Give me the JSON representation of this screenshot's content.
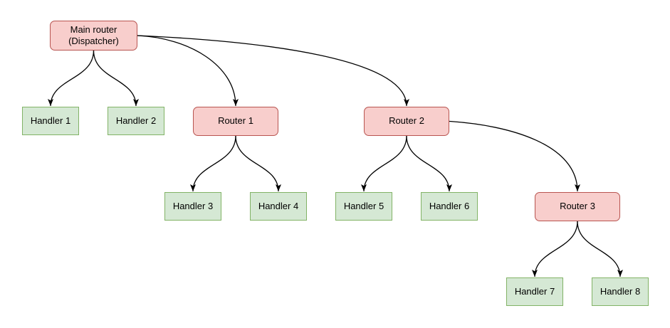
{
  "diagram": {
    "type": "tree-flowchart",
    "nodes": {
      "main_router": {
        "label": "Main router\n(Dispatcher)",
        "kind": "router"
      },
      "router1": {
        "label": "Router 1",
        "kind": "router"
      },
      "router2": {
        "label": "Router 2",
        "kind": "router"
      },
      "router3": {
        "label": "Router 3",
        "kind": "router"
      },
      "handler1": {
        "label": "Handler 1",
        "kind": "handler"
      },
      "handler2": {
        "label": "Handler 2",
        "kind": "handler"
      },
      "handler3": {
        "label": "Handler 3",
        "kind": "handler"
      },
      "handler4": {
        "label": "Handler 4",
        "kind": "handler"
      },
      "handler5": {
        "label": "Handler 5",
        "kind": "handler"
      },
      "handler6": {
        "label": "Handler 6",
        "kind": "handler"
      },
      "handler7": {
        "label": "Handler 7",
        "kind": "handler"
      },
      "handler8": {
        "label": "Handler 8",
        "kind": "handler"
      }
    },
    "edges": [
      {
        "from": "main_router",
        "to": "handler1"
      },
      {
        "from": "main_router",
        "to": "handler2"
      },
      {
        "from": "main_router",
        "to": "router1"
      },
      {
        "from": "main_router",
        "to": "router2"
      },
      {
        "from": "router1",
        "to": "handler3"
      },
      {
        "from": "router1",
        "to": "handler4"
      },
      {
        "from": "router2",
        "to": "handler5"
      },
      {
        "from": "router2",
        "to": "handler6"
      },
      {
        "from": "router2",
        "to": "router3"
      },
      {
        "from": "router3",
        "to": "handler7"
      },
      {
        "from": "router3",
        "to": "handler8"
      }
    ],
    "colors": {
      "router_fill": "#f8cecc",
      "router_border": "#b85450",
      "handler_fill": "#d5e8d4",
      "handler_border": "#82b366",
      "edge_stroke": "#000000",
      "text": "#000000",
      "background": "#ffffff"
    }
  }
}
